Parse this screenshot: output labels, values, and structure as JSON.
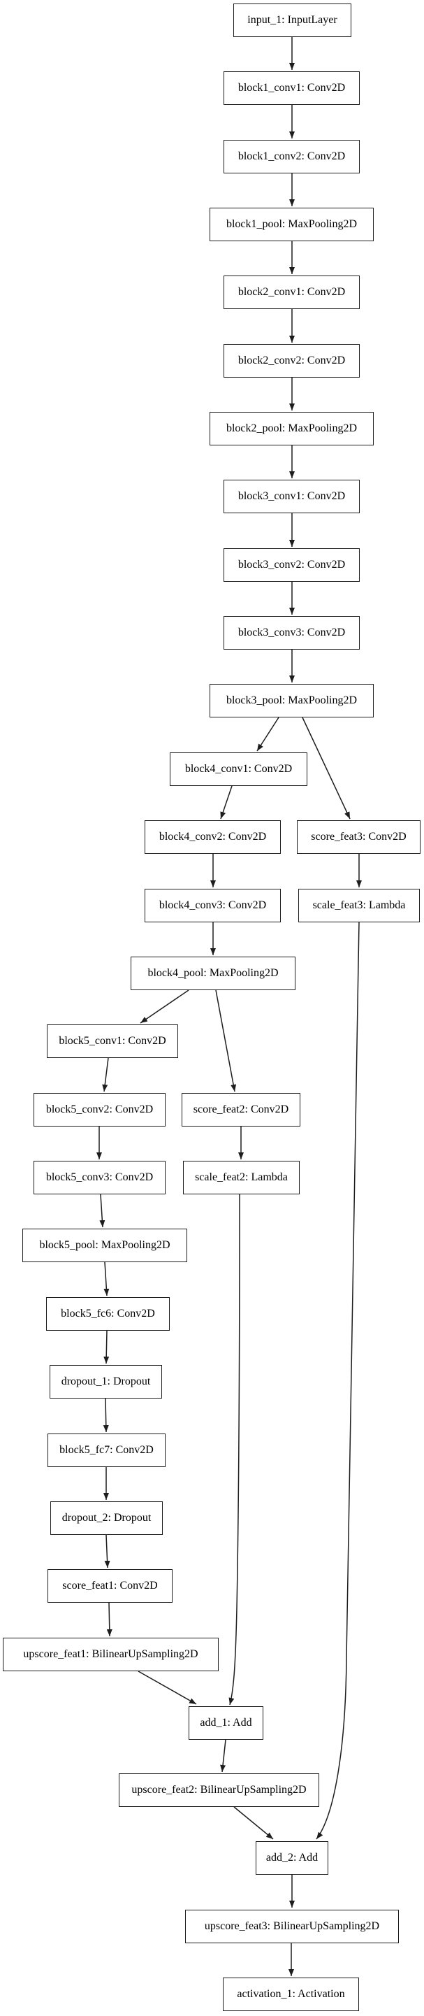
{
  "diagram": {
    "kind": "neural-network-layer-graph",
    "colors": {
      "background": "#ffffff",
      "node_fill": "#ffffff",
      "node_border": "#1d1d1d",
      "edge": "#1d1d1d",
      "text": "#000000"
    },
    "nodes": [
      {
        "id": "input_1",
        "label": "input_1: InputLayer"
      },
      {
        "id": "block1_conv1",
        "label": "block1_conv1: Conv2D"
      },
      {
        "id": "block1_conv2",
        "label": "block1_conv2: Conv2D"
      },
      {
        "id": "block1_pool",
        "label": "block1_pool: MaxPooling2D"
      },
      {
        "id": "block2_conv1",
        "label": "block2_conv1: Conv2D"
      },
      {
        "id": "block2_conv2",
        "label": "block2_conv2: Conv2D"
      },
      {
        "id": "block2_pool",
        "label": "block2_pool: MaxPooling2D"
      },
      {
        "id": "block3_conv1",
        "label": "block3_conv1: Conv2D"
      },
      {
        "id": "block3_conv2",
        "label": "block3_conv2: Conv2D"
      },
      {
        "id": "block3_conv3",
        "label": "block3_conv3: Conv2D"
      },
      {
        "id": "block3_pool",
        "label": "block3_pool: MaxPooling2D"
      },
      {
        "id": "block4_conv1",
        "label": "block4_conv1: Conv2D"
      },
      {
        "id": "block4_conv2",
        "label": "block4_conv2: Conv2D"
      },
      {
        "id": "score_feat3",
        "label": "score_feat3: Conv2D"
      },
      {
        "id": "block4_conv3",
        "label": "block4_conv3: Conv2D"
      },
      {
        "id": "scale_feat3",
        "label": "scale_feat3: Lambda"
      },
      {
        "id": "block4_pool",
        "label": "block4_pool: MaxPooling2D"
      },
      {
        "id": "block5_conv1",
        "label": "block5_conv1: Conv2D"
      },
      {
        "id": "block5_conv2",
        "label": "block5_conv2: Conv2D"
      },
      {
        "id": "score_feat2",
        "label": "score_feat2: Conv2D"
      },
      {
        "id": "block5_conv3",
        "label": "block5_conv3: Conv2D"
      },
      {
        "id": "scale_feat2",
        "label": "scale_feat2: Lambda"
      },
      {
        "id": "block5_pool",
        "label": "block5_pool: MaxPooling2D"
      },
      {
        "id": "block5_fc6",
        "label": "block5_fc6: Conv2D"
      },
      {
        "id": "dropout_1",
        "label": "dropout_1: Dropout"
      },
      {
        "id": "block5_fc7",
        "label": "block5_fc7: Conv2D"
      },
      {
        "id": "dropout_2",
        "label": "dropout_2: Dropout"
      },
      {
        "id": "score_feat1",
        "label": "score_feat1: Conv2D"
      },
      {
        "id": "upscore_feat1",
        "label": "upscore_feat1: BilinearUpSampling2D"
      },
      {
        "id": "add_1",
        "label": "add_1: Add"
      },
      {
        "id": "upscore_feat2",
        "label": "upscore_feat2: BilinearUpSampling2D"
      },
      {
        "id": "add_2",
        "label": "add_2: Add"
      },
      {
        "id": "upscore_feat3",
        "label": "upscore_feat3: BilinearUpSampling2D"
      },
      {
        "id": "activation_1",
        "label": "activation_1: Activation"
      }
    ],
    "edges": [
      {
        "from": "input_1",
        "to": "block1_conv1"
      },
      {
        "from": "block1_conv1",
        "to": "block1_conv2"
      },
      {
        "from": "block1_conv2",
        "to": "block1_pool"
      },
      {
        "from": "block1_pool",
        "to": "block2_conv1"
      },
      {
        "from": "block2_conv1",
        "to": "block2_conv2"
      },
      {
        "from": "block2_conv2",
        "to": "block2_pool"
      },
      {
        "from": "block2_pool",
        "to": "block3_conv1"
      },
      {
        "from": "block3_conv1",
        "to": "block3_conv2"
      },
      {
        "from": "block3_conv2",
        "to": "block3_conv3"
      },
      {
        "from": "block3_conv3",
        "to": "block3_pool"
      },
      {
        "from": "block3_pool",
        "to": "block4_conv1"
      },
      {
        "from": "block3_pool",
        "to": "score_feat3"
      },
      {
        "from": "block4_conv1",
        "to": "block4_conv2"
      },
      {
        "from": "block4_conv2",
        "to": "block4_conv3"
      },
      {
        "from": "score_feat3",
        "to": "scale_feat3"
      },
      {
        "from": "block4_conv3",
        "to": "block4_pool"
      },
      {
        "from": "block4_pool",
        "to": "block5_conv1"
      },
      {
        "from": "block4_pool",
        "to": "score_feat2"
      },
      {
        "from": "block5_conv1",
        "to": "block5_conv2"
      },
      {
        "from": "block5_conv2",
        "to": "block5_conv3"
      },
      {
        "from": "score_feat2",
        "to": "scale_feat2"
      },
      {
        "from": "block5_conv3",
        "to": "block5_pool"
      },
      {
        "from": "scale_feat2",
        "to": "add_1"
      },
      {
        "from": "block5_pool",
        "to": "block5_fc6"
      },
      {
        "from": "block5_fc6",
        "to": "dropout_1"
      },
      {
        "from": "dropout_1",
        "to": "block5_fc7"
      },
      {
        "from": "block5_fc7",
        "to": "dropout_2"
      },
      {
        "from": "dropout_2",
        "to": "score_feat1"
      },
      {
        "from": "score_feat1",
        "to": "upscore_feat1"
      },
      {
        "from": "upscore_feat1",
        "to": "add_1"
      },
      {
        "from": "scale_feat3",
        "to": "add_2"
      },
      {
        "from": "add_1",
        "to": "upscore_feat2"
      },
      {
        "from": "upscore_feat2",
        "to": "add_2"
      },
      {
        "from": "add_2",
        "to": "upscore_feat3"
      },
      {
        "from": "upscore_feat3",
        "to": "activation_1"
      }
    ]
  }
}
